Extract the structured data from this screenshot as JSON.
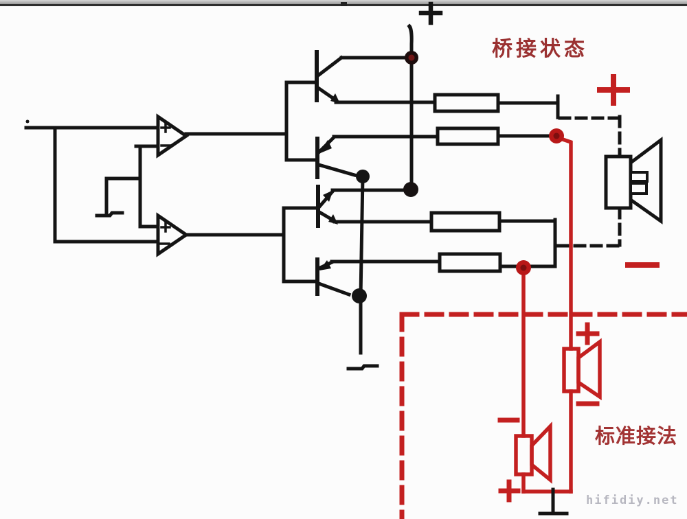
{
  "window": {
    "top_bar_color": "#b3b3b3"
  },
  "labels": {
    "bridge_mode": "桥接状态",
    "standard_mode": "标准接法",
    "watermark": "hifidiy.net"
  },
  "symbols": {
    "supply_positive": "+",
    "bridge_output_positive": "+",
    "bridge_output_negative": "−",
    "bridged_speaker_note": "speaker connected between both amplifier outputs (dashed black path)",
    "speaker1_positive": "+",
    "speaker1_negative": "−",
    "speaker2_negative": "−",
    "speaker2_positive": "+",
    "opamp1_noninverting": "+",
    "opamp1_inverting": "−",
    "opamp2_noninverting": "+",
    "opamp2_inverting": "−"
  },
  "colors": {
    "wire_black": "#141414",
    "wire_red": "#c32020",
    "junction_red": "#b51818",
    "label_red": "#9a3131",
    "watermark_gray": "#b7b7c0"
  }
}
